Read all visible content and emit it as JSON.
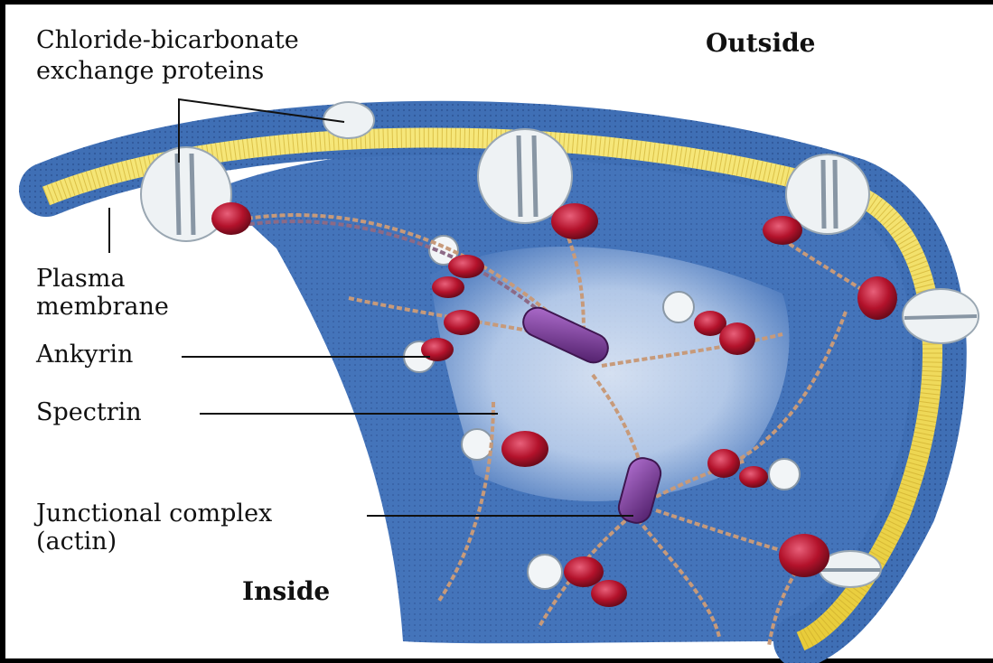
{
  "figure": {
    "labels": {
      "chloride_line1": "Chloride-bicarbonate",
      "chloride_line2": "exchange proteins",
      "outside": "Outside",
      "plasma_line1": "Plasma",
      "plasma_line2": "membrane",
      "ankyrin": "Ankyrin",
      "spectrin": "Spectrin",
      "junctional_line1": "Junctional complex",
      "junctional_line2": "(actin)",
      "inside": "Inside"
    },
    "colors": {
      "membrane_blue": "#3f6fb5",
      "membrane_dark": "#2d559a",
      "lipid_yellow": "#f2df5a",
      "ankyrin_red": "#b3122b",
      "actin_purple": "#6a2a86",
      "spectrin_tan": "#c79a7a",
      "protein_white": "#eef2f4"
    }
  }
}
